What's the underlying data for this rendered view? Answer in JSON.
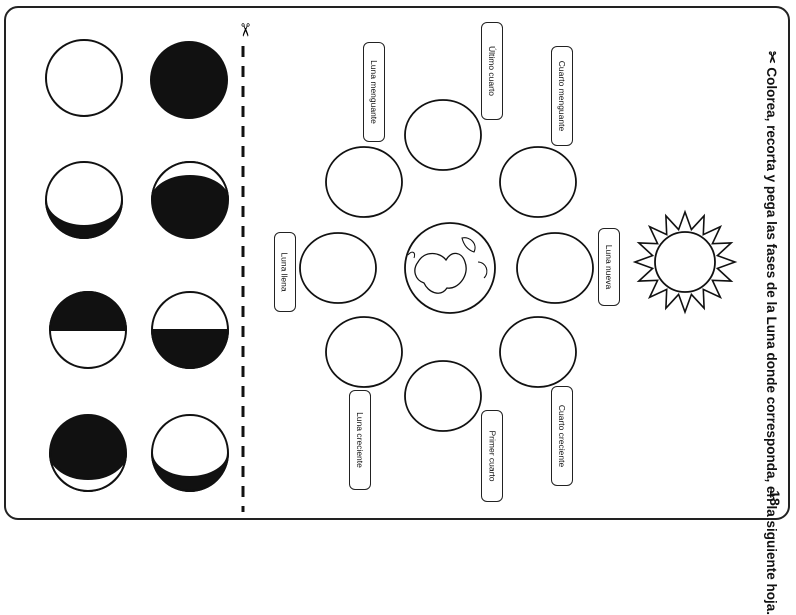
{
  "worksheet": {
    "instruction": "Colorea, recorta y pega las fases de la Luna donde corresponda, en la siguiente hoja.",
    "page_number": "18",
    "labels": {
      "ultimo_cuarto": "Último cuarto",
      "cuarto_menguante": "Cuarto menguante",
      "luna_menguante": "Luna menguante",
      "luna_llena": "Luna llena",
      "luna_nueva": "Luna nueva",
      "luna_creciente": "Luna creciente",
      "primer_cuarto": "Primer cuarto",
      "cuarto_creciente": "Cuarto creciente"
    },
    "icons": [
      "scissors-icon",
      "earth-icon",
      "sun-icon",
      "moon-phase-icon"
    ]
  }
}
